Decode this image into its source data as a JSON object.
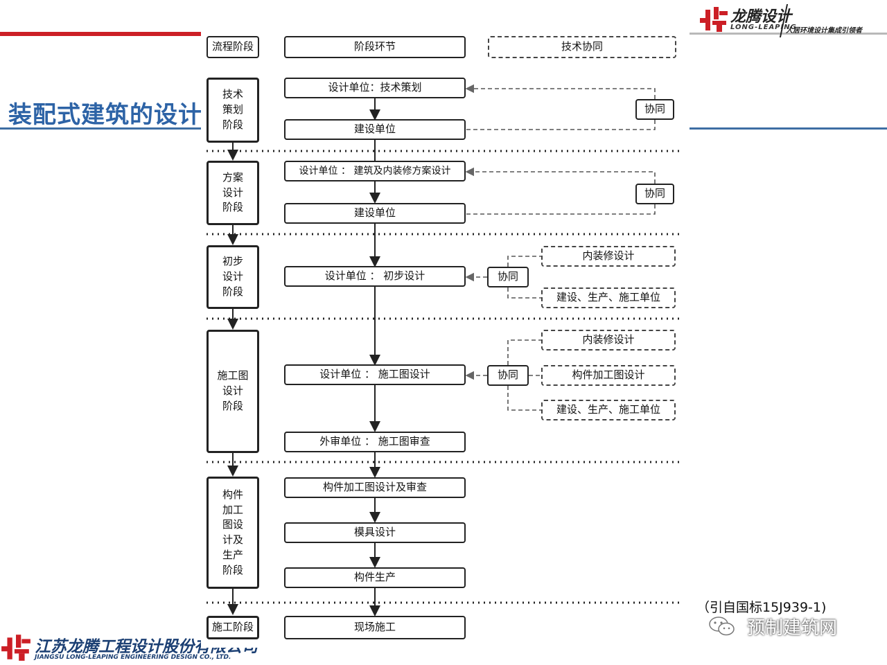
{
  "brand": {
    "name": "龙腾设计",
    "english": "LONG-LEAPING",
    "slogan": "人居环境设计集成引领者",
    "company_cn": "江苏龙腾工程设计股份有限公司",
    "company_en": "JIANGSU LONG-LEAPING ENGINEERING DESIGN CO., LTD.",
    "red": "#cc1f26",
    "blue": "#2d63a6"
  },
  "slide_title": "装配式建筑的设计",
  "citation": "（引自国标15J939-1)",
  "watermark": "预制建筑网",
  "diagram": {
    "headers": {
      "stage": "流程阶段",
      "link": "阶段环节",
      "collab": "技术协同"
    },
    "stages": [
      "技术\n策划\n阶段",
      "方案\n设计\n阶段",
      "初步\n设计\n阶段",
      "施工图\n设计\n阶段",
      "构件\n加工\n图设\n计及\n生产\n阶段",
      "施工阶段"
    ],
    "steps": [
      "设计单位：技术策划",
      "建设单位",
      "设计单位 ： 建筑及内装修方案设计",
      "建设单位",
      "设计单位 ： 初步设计",
      "设计单位 ： 施工图设计",
      "外审单位 ： 施工图审查",
      "构件加工图设计及审查",
      "模具设计",
      "构件生产",
      "现场施工"
    ],
    "collab_label": "协同",
    "parties": [
      "内装修设计",
      "建设、生产、施工单位",
      "内装修设计",
      "构件加工图设计",
      "建设、生产、施工单位"
    ]
  }
}
